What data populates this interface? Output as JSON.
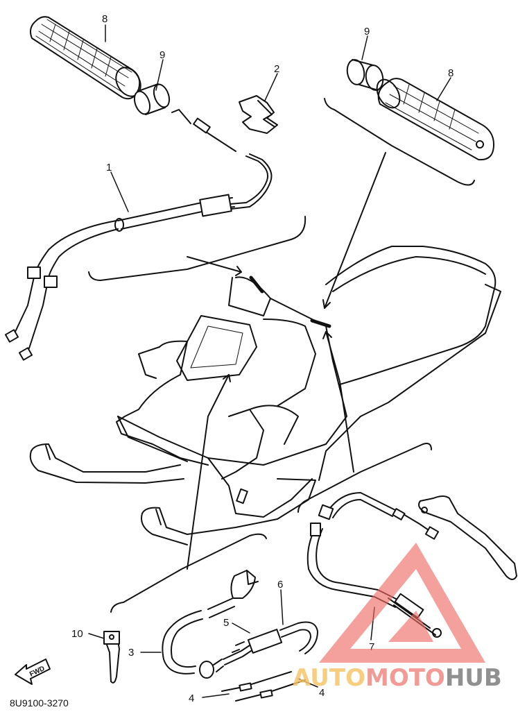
{
  "callouts": {
    "c1": "1",
    "c2": "2",
    "c3": "3",
    "c4a": "4",
    "c4b": "4",
    "c5": "5",
    "c6": "6",
    "c7": "7",
    "c8a": "8",
    "c8b": "8",
    "c9a": "9",
    "c9b": "9",
    "c10": "10"
  },
  "fwd_label": "FWD",
  "diagram_code": "8U9100-3270",
  "watermark": {
    "part1": "AUTO",
    "part2": "MOTO",
    "part3": "HUB",
    "colors": {
      "auto": "#f6c56a",
      "moto": "#f08a84",
      "hub": "#7d7d7d",
      "triangle": "#ee6b66"
    }
  }
}
